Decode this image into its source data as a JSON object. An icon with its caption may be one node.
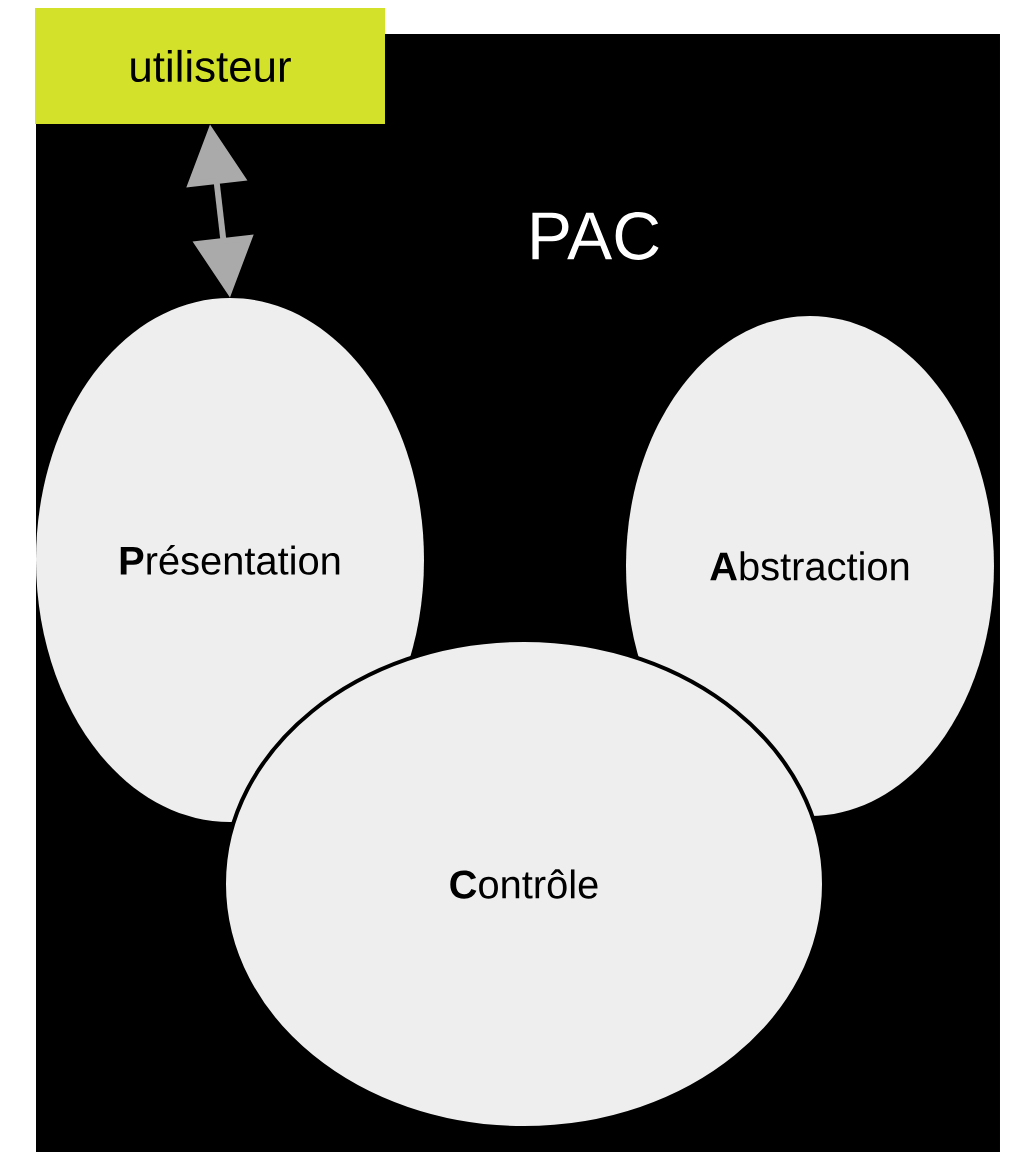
{
  "diagram": {
    "title": "PAC",
    "nodes": [
      {
        "text": [
          "utilisteur"
        ]
      },
      {
        "text": [
          "**P**résentation"
        ]
      },
      {
        "text": [
          "**A**bstraction"
        ]
      },
      {
        "text": [
          "**C**ontrôle"
        ]
      }
    ],
    "edges": [
      {
        "from": 0,
        "to": 1,
        "arrow": "both",
        "color": "#aaaaaa"
      }
    ]
  }
}
